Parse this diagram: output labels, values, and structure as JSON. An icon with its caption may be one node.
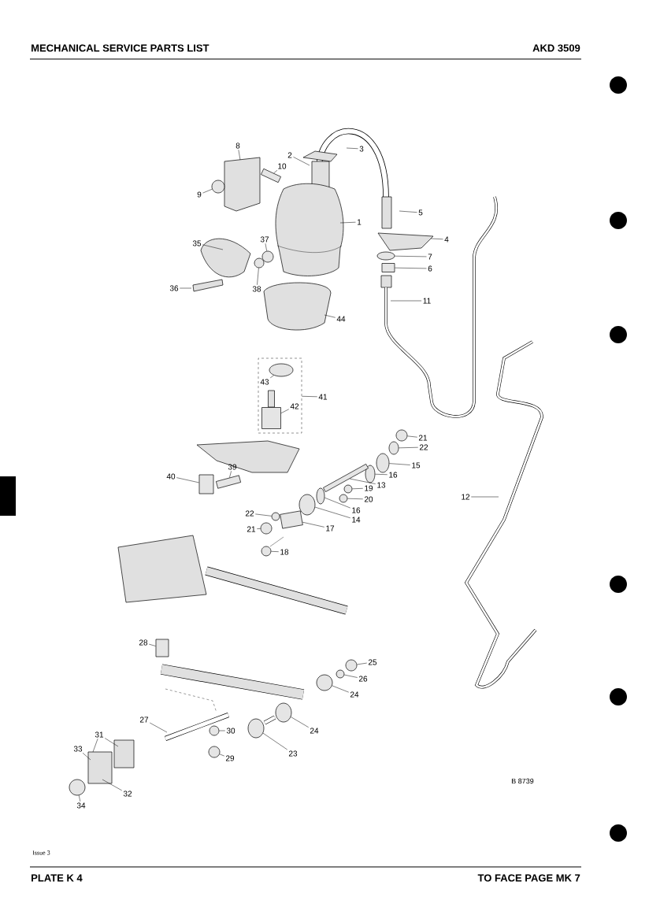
{
  "diagram": {
    "title": "MECHANICAL SERVICE PARTS LIST",
    "nodes": [
      {
        "text": [],
        "shape": "box"
      },
      {
        "text": [
          "8"
        ]
      },
      {
        "text": [
          "2"
        ]
      },
      {
        "text": [
          "3"
        ]
      },
      {
        "text": [
          "10"
        ]
      },
      {
        "text": [
          "9"
        ]
      },
      {
        "text": [
          "5"
        ]
      },
      {
        "text": [
          "1"
        ]
      },
      {
        "text": [
          "4"
        ]
      },
      {
        "text": [
          "35"
        ]
      },
      {
        "text": [
          "37"
        ]
      },
      {
        "text": [
          "7"
        ]
      },
      {
        "text": [
          "6"
        ]
      },
      {
        "text": [
          "36"
        ]
      },
      {
        "text": [
          "38"
        ]
      },
      {
        "text": [
          "11"
        ]
      },
      {
        "text": [
          "44"
        ]
      },
      {
        "text": [
          "43"
        ],
        "in": 0
      },
      {
        "text": [
          "41"
        ]
      },
      {
        "text": [
          "42"
        ],
        "in": 0
      },
      {
        "text": [
          "21"
        ]
      },
      {
        "text": [
          "22"
        ]
      },
      {
        "text": [
          "15"
        ]
      },
      {
        "text": [
          "39"
        ]
      },
      {
        "text": [
          "16"
        ]
      },
      {
        "text": [
          "40"
        ]
      },
      {
        "text": [
          "13"
        ]
      },
      {
        "text": [
          "19"
        ]
      },
      {
        "text": [
          "12"
        ]
      },
      {
        "text": [
          "20"
        ]
      },
      {
        "text": [
          "16"
        ]
      },
      {
        "text": [
          "22"
        ]
      },
      {
        "text": [
          "14"
        ]
      },
      {
        "text": [
          "21"
        ]
      },
      {
        "text": [
          "17"
        ]
      },
      {
        "text": [
          "18"
        ]
      },
      {
        "text": [
          "28"
        ]
      },
      {
        "text": [
          "25"
        ]
      },
      {
        "text": [
          "26"
        ]
      },
      {
        "text": [
          "24"
        ]
      },
      {
        "text": [
          "27"
        ]
      },
      {
        "text": [
          "30"
        ]
      },
      {
        "text": [
          "24"
        ]
      },
      {
        "text": [
          "31"
        ]
      },
      {
        "text": [
          "33"
        ]
      },
      {
        "text": [
          "29"
        ]
      },
      {
        "text": [
          "23"
        ]
      },
      {
        "text": [
          "32"
        ]
      },
      {
        "text": [
          "34"
        ]
      },
      {
        "text": [],
        "shape": "box"
      },
      {
        "text": [],
        "shape": "circle"
      },
      {
        "text": [],
        "shape": "circle"
      },
      {
        "text": [],
        "shape": "ellipse"
      },
      {
        "text": [],
        "shape": "box"
      },
      {
        "text": [],
        "shape": "circle"
      },
      {
        "text": [],
        "shape": "ellipse",
        "in": 0
      },
      {
        "text": [],
        "shape": "box",
        "in": 0
      },
      {
        "text": [],
        "shape": "circle"
      },
      {
        "text": [],
        "shape": "ellipse"
      },
      {
        "text": [],
        "shape": "ellipse"
      },
      {
        "text": [],
        "shape": "ellipse"
      },
      {
        "text": [],
        "shape": "box"
      },
      {
        "text": [],
        "shape": "circle"
      },
      {
        "text": [],
        "shape": "circle"
      },
      {
        "text": [],
        "shape": "ellipse"
      },
      {
        "text": [],
        "shape": "circle"
      },
      {
        "text": [],
        "shape": "ellipse"
      },
      {
        "text": [],
        "shape": "circle"
      },
      {
        "text": [],
        "shape": "circle"
      },
      {
        "text": [],
        "shape": "box"
      },
      {
        "text": [],
        "shape": "circle"
      },
      {
        "text": [],
        "shape": "circle"
      },
      {
        "text": [],
        "shape": "circle"
      },
      {
        "text": [],
        "shape": "circle"
      },
      {
        "text": [],
        "shape": "ellipse"
      },
      {
        "text": [],
        "shape": "circle"
      },
      {
        "text": [],
        "shape": "ellipse"
      },
      {
        "text": [],
        "shape": "circle"
      },
      {
        "text": [],
        "shape": "box"
      },
      {
        "text": [],
        "shape": "box"
      },
      {
        "text": [],
        "shape": "box"
      }
    ],
    "edges": [
      {
        "from": 1,
        "to": null,
        "arrow": "none"
      },
      {
        "from": 2,
        "to": null,
        "arrow": "none"
      },
      {
        "from": 3,
        "to": null,
        "arrow": "none"
      },
      {
        "from": 4,
        "to": 49,
        "arrow": "none"
      },
      {
        "from": 5,
        "to": 50,
        "arrow": "none"
      },
      {
        "from": 6,
        "to": null,
        "arrow": "none"
      },
      {
        "from": 7,
        "to": null,
        "arrow": "none"
      },
      {
        "from": 8,
        "to": null,
        "arrow": "none"
      },
      {
        "from": 9,
        "to": null,
        "arrow": "none"
      },
      {
        "from": 10,
        "to": 51,
        "arrow": "none"
      },
      {
        "from": 11,
        "to": 52,
        "arrow": "none"
      },
      {
        "from": 12,
        "to": 53,
        "arrow": "none"
      },
      {
        "from": 13,
        "to": null,
        "arrow": "none"
      },
      {
        "from": 14,
        "to": 54,
        "arrow": "none"
      },
      {
        "from": 15,
        "to": null,
        "arrow": "none"
      },
      {
        "from": 16,
        "to": null,
        "arrow": "none"
      },
      {
        "from": 17,
        "to": 55,
        "arrow": "none"
      },
      {
        "from": 18,
        "to": 0,
        "arrow": "none"
      },
      {
        "from": 19,
        "to": 56,
        "arrow": "none"
      },
      {
        "from": 20,
        "to": 57,
        "arrow": "none"
      },
      {
        "from": 21,
        "to": 58,
        "arrow": "none"
      },
      {
        "from": 22,
        "to": 59,
        "arrow": "none"
      },
      {
        "from": 23,
        "to": 79,
        "arrow": "none"
      },
      {
        "from": 24,
        "to": 60,
        "arrow": "none"
      },
      {
        "from": 25,
        "to": 80,
        "arrow": "none"
      },
      {
        "from": 26,
        "to": 61,
        "arrow": "none"
      },
      {
        "from": 27,
        "to": 62,
        "arrow": "none"
      },
      {
        "from": 28,
        "to": null,
        "arrow": "none"
      },
      {
        "from": 29,
        "to": 63,
        "arrow": "none"
      },
      {
        "from": 30,
        "to": 64,
        "arrow": "none"
      },
      {
        "from": 31,
        "to": 65,
        "arrow": "none"
      },
      {
        "from": 32,
        "to": 66,
        "arrow": "none"
      },
      {
        "from": 33,
        "to": 67,
        "arrow": "none"
      },
      {
        "from": 34,
        "to": 78,
        "arrow": "none"
      },
      {
        "from": 35,
        "to": 68,
        "arrow": "none"
      },
      {
        "from": 36,
        "to": 69,
        "arrow": "none"
      },
      {
        "from": 37,
        "to": 70,
        "arrow": "none"
      },
      {
        "from": 38,
        "to": 71,
        "arrow": "none"
      },
      {
        "from": 39,
        "to": 72,
        "arrow": "none"
      },
      {
        "from": 40,
        "to": null,
        "arrow": "none"
      },
      {
        "from": 41,
        "to": 73,
        "arrow": "none"
      },
      {
        "from": 42,
        "to": 74,
        "arrow": "none"
      },
      {
        "from": 43,
        "to": null,
        "arrow": "none"
      },
      {
        "from": 43,
        "to": null,
        "arrow": "none"
      },
      {
        "from": 44,
        "to": null,
        "arrow": "none"
      },
      {
        "from": 45,
        "to": 75,
        "arrow": "none"
      },
      {
        "from": 46,
        "to": 76,
        "arrow": "none"
      },
      {
        "from": 47,
        "to": null,
        "arrow": "none"
      },
      {
        "from": 48,
        "to": 77,
        "arrow": "none"
      }
    ],
    "labels": [
      "AKD 3509",
      "B 8739",
      "Issue 3",
      "PLATE K 4",
      "TO FACE PAGE MK 7"
    ]
  }
}
